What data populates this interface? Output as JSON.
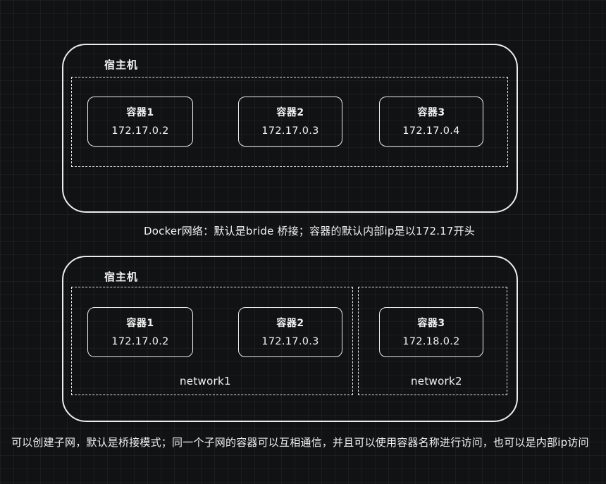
{
  "colors": {
    "background": "#111214",
    "stroke": "#ececec",
    "text": "#f2f2f2"
  },
  "diagram1": {
    "host_label": "宿主机",
    "containers": [
      {
        "name": "容器1",
        "ip": "172.17.0.2"
      },
      {
        "name": "容器2",
        "ip": "172.17.0.3"
      },
      {
        "name": "容器3",
        "ip": "172.17.0.4"
      }
    ],
    "caption": "Docker网络：默认是bride 桥接；容器的默认内部ip是以172.17开头"
  },
  "diagram2": {
    "host_label": "宿主机",
    "networks": [
      {
        "label": "network1",
        "containers": [
          {
            "name": "容器1",
            "ip": "172.17.0.2"
          },
          {
            "name": "容器2",
            "ip": "172.17.0.3"
          }
        ]
      },
      {
        "label": "network2",
        "containers": [
          {
            "name": "容器3",
            "ip": "172.18.0.2"
          }
        ]
      }
    ],
    "caption": "可以创建子网，默认是桥接模式；同一个子网的容器可以互相通信，并且可以使用容器名称进行访问，也可以是内部ip访问"
  }
}
